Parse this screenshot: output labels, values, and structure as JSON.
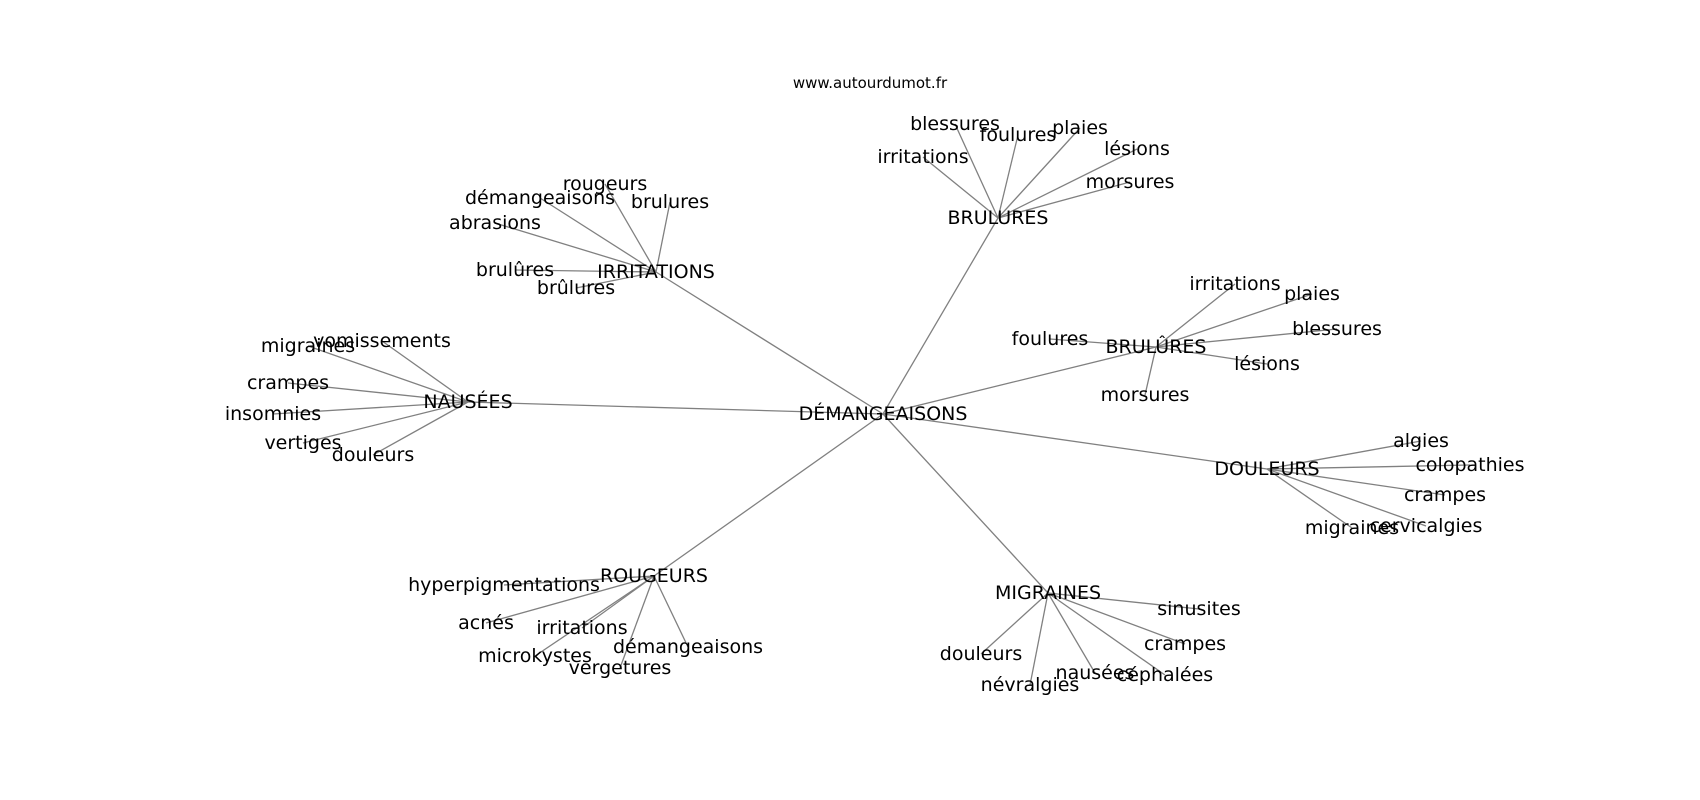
{
  "source": "www.autourdumot.fr",
  "graph": {
    "center": "DÉMANGEAISONS",
    "hubs": [
      {
        "id": "brulures",
        "label": "BRULURES",
        "children": [
          "blessures",
          "foulures",
          "plaies",
          "irritations",
          "lésions",
          "morsures"
        ]
      },
      {
        "id": "irritations",
        "label": "IRRITATIONS",
        "children": [
          "rougeurs",
          "démangeaisons",
          "brulures",
          "abrasions",
          "brulûres",
          "brûlures"
        ]
      },
      {
        "id": "brulures-circ",
        "label": "BRULÛRES",
        "children": [
          "irritations",
          "plaies",
          "foulures",
          "blessures",
          "lésions",
          "morsures"
        ]
      },
      {
        "id": "nausees",
        "label": "NAUSÉES",
        "children": [
          "migraines",
          "vomissements",
          "crampes",
          "insomnies",
          "vertiges",
          "douleurs"
        ]
      },
      {
        "id": "douleurs",
        "label": "DOULEURS",
        "children": [
          "algies",
          "colopathies",
          "crampes",
          "migraines",
          "cervicalgies"
        ]
      },
      {
        "id": "rougeurs",
        "label": "ROUGEURS",
        "children": [
          "hyperpigmentations",
          "acnés",
          "irritations",
          "microkystes",
          "démangeaisons",
          "vergetures"
        ]
      },
      {
        "id": "migraines",
        "label": "MIGRAINES",
        "children": [
          "sinusites",
          "crampes",
          "douleurs",
          "nausées",
          "céphalées",
          "névralgies"
        ]
      }
    ]
  }
}
